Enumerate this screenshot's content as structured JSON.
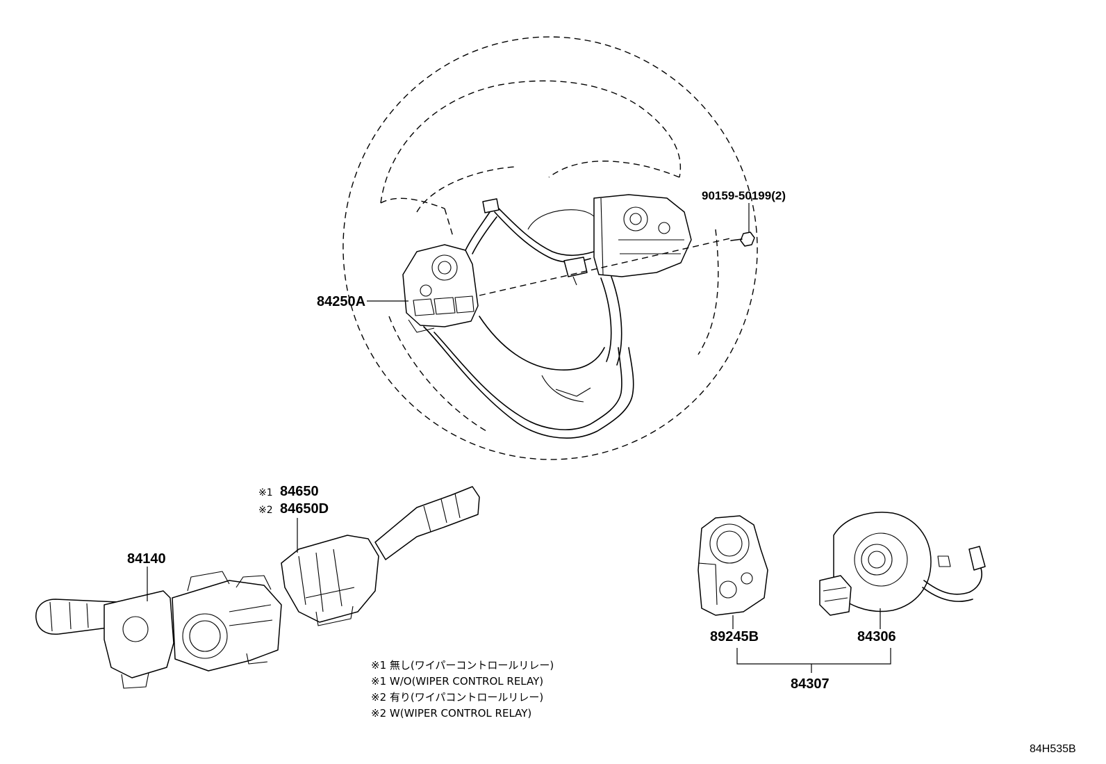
{
  "parts": {
    "bolt": "90159-50199(2)",
    "steering_switch": "84250A",
    "combination_switch": "84140",
    "wiper_switch_1": "84650",
    "wiper_switch_2": "84650D",
    "sensor": "89245B",
    "spiral_cable": "84306",
    "spiral_assy": "84307"
  },
  "markers": {
    "m1": "※1",
    "m2": "※2"
  },
  "notes": [
    "※1 無し(ワイパーコントロールリレー)",
    "※1 W/O(WIPER CONTROL RELAY)",
    "※2 有り(ワイパコントロールリレー)",
    "※2 W(WIPER CONTROL RELAY)"
  ],
  "diagram_code": "84H535B"
}
